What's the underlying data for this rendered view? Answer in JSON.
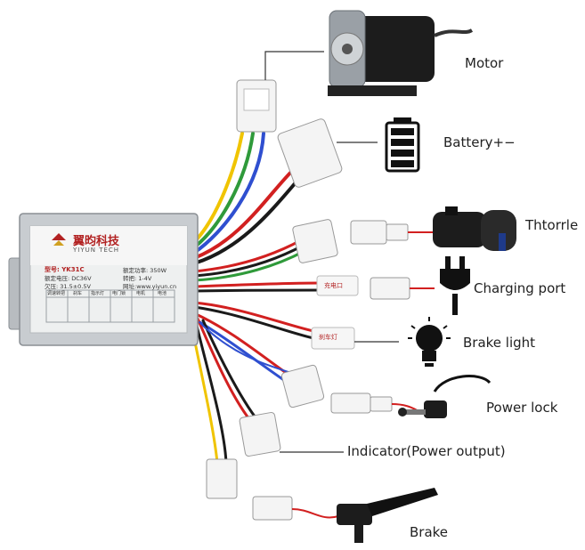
{
  "labels": {
    "motor": "Motor",
    "battery": "Battery+−",
    "throttle": "Thtorrle",
    "charging_port": "Charging port",
    "brake_light": "Brake light",
    "power_lock": "Power lock",
    "indicator": "Indicator(Power output)",
    "brake": "Brake"
  },
  "controller": {
    "brand_cn": "翼昀科技",
    "brand_en": "YIYUN TECH",
    "model": "型号: YK31C",
    "rated_voltage": "额定电压: DC36V",
    "power": "额定功率: 350W",
    "undervoltage": "欠压: 31.5±0.5V",
    "throttle_range": "转把: 1-4V",
    "website": "网址:www.yiyun.cn",
    "ports": [
      "调速转把",
      "刹车",
      "指示灯",
      "电门锁",
      "电机",
      "电池"
    ]
  },
  "connector_tags": {
    "charging": "充电口",
    "brake_light": "刹车灯"
  },
  "colors": {
    "wire_red": "#d22020",
    "wire_black": "#1a1a1a",
    "wire_blue": "#2f4fd0",
    "wire_yellow": "#f0c400",
    "wire_green": "#2f9a3a",
    "wire_white": "#f2f2f2",
    "controller_body": "#c8ccd0",
    "label_bg": "#eef0f0",
    "accent_red": "#b22222"
  }
}
